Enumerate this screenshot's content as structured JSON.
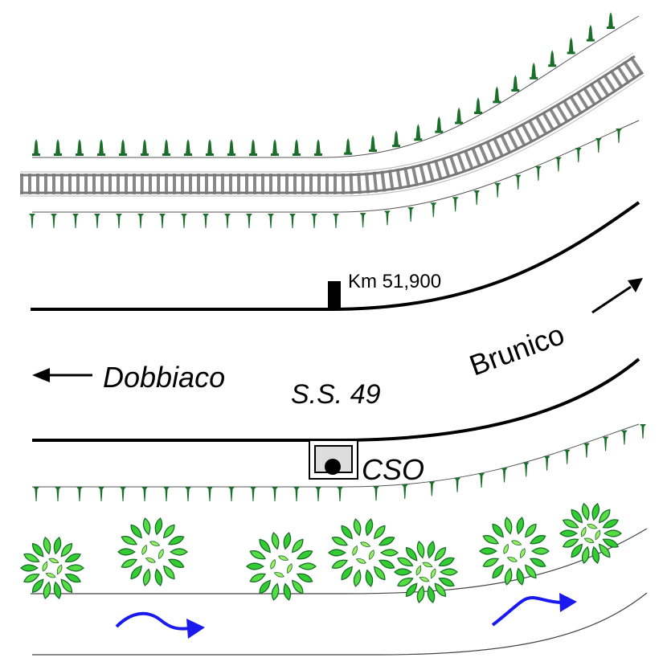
{
  "labels": {
    "km_marker": "Km 51,900",
    "west_destination": "Dobbiaco",
    "east_destination": "Brunico",
    "road": "S.S. 49",
    "cso": "CSO"
  },
  "icons": {
    "west_arrow": "arrow-left-icon",
    "east_arrow": "arrow-up-right-icon",
    "flow_arrow": "flow-arrow-icon",
    "bush": "bush-icon",
    "tree": "tree-icon"
  },
  "colors": {
    "vegetation": "#1a6e2a",
    "bush_fill": "#33cc33",
    "bush_light": "#99ee66",
    "rail": "#888888",
    "river_flow": "#1a1aee",
    "road": "#000000",
    "cso_fill": "#dddddd"
  }
}
